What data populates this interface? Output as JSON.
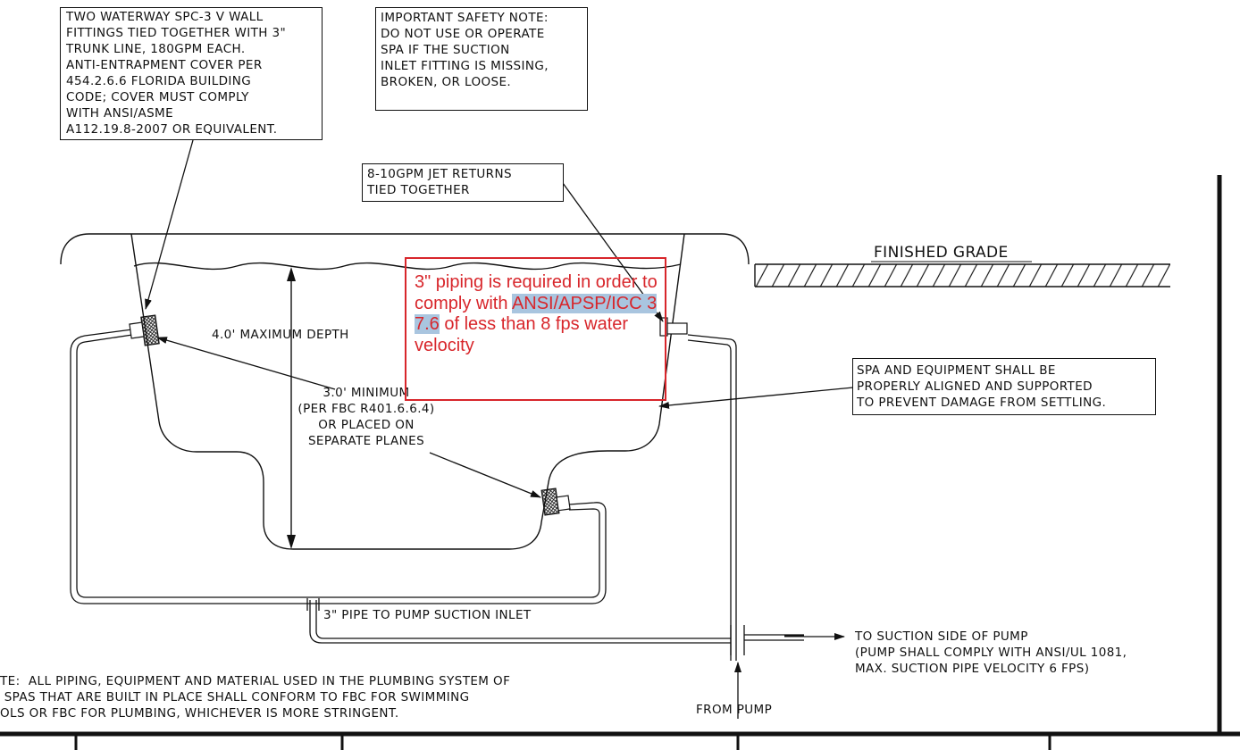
{
  "notes": {
    "waterway_fittings": "TWO WATERWAY SPC-3 V WALL\nFITTINGS TIED TOGETHER WITH 3\"\nTRUNK LINE, 180GPM EACH.\nANTI-ENTRAPMENT COVER PER\n454.2.6.6 FLORIDA BUILDING\nCODE; COVER MUST COMPLY\nWITH ANSI/ASME\nA112.19.8-2007 OR EQUIVALENT.",
    "safety_note": "IMPORTANT SAFETY NOTE:\nDO NOT USE OR OPERATE\nSPA IF THE SUCTION\nINLET FITTING IS MISSING,\nBROKEN, OR LOOSE.",
    "jet_returns": "8-10GPM JET RETURNS\nTIED TOGETHER",
    "spa_equipment": "SPA AND EQUIPMENT SHALL BE\nPROPERLY ALIGNED AND SUPPORTED\nTO PREVENT DAMAGE FROM SETTLING.",
    "plumbing_note": "TE:  ALL PIPING, EQUIPMENT AND MATERIAL USED IN THE PLUMBING SYSTEM OF\n SPAS THAT ARE BUILT IN PLACE SHALL CONFORM TO FBC FOR SWIMMING\nOLS OR FBC FOR PLUMBING, WHICHEVER IS MORE STRINGENT."
  },
  "labels": {
    "finished_grade": "FINISHED GRADE",
    "max_depth": "4.0' MAXIMUM DEPTH",
    "minimum_separation": "3.0' MINIMUM\n(PER FBC R401.6.6.4)\nOR PLACED ON\nSEPARATE PLANES",
    "pipe_to_pump": "3\" PIPE TO PUMP SUCTION INLET",
    "to_suction_side": "TO SUCTION SIDE OF PUMP\n(PUMP SHALL COMPLY WITH ANSI/UL 1081,\nMAX. SUCTION PIPE VELOCITY 6 FPS)",
    "from_pump": "FROM PUMP"
  },
  "markup": {
    "line1": "3\" piping is required in order to comply with ",
    "highlighted": "ANSI/APSP/ICC 3 7.6",
    "line2": " of less than 8 fps water velocity",
    "color": "#d8262b",
    "highlight_color": "#a9c5df"
  },
  "colors": {
    "ink": "#111111",
    "background": "#ffffff"
  }
}
